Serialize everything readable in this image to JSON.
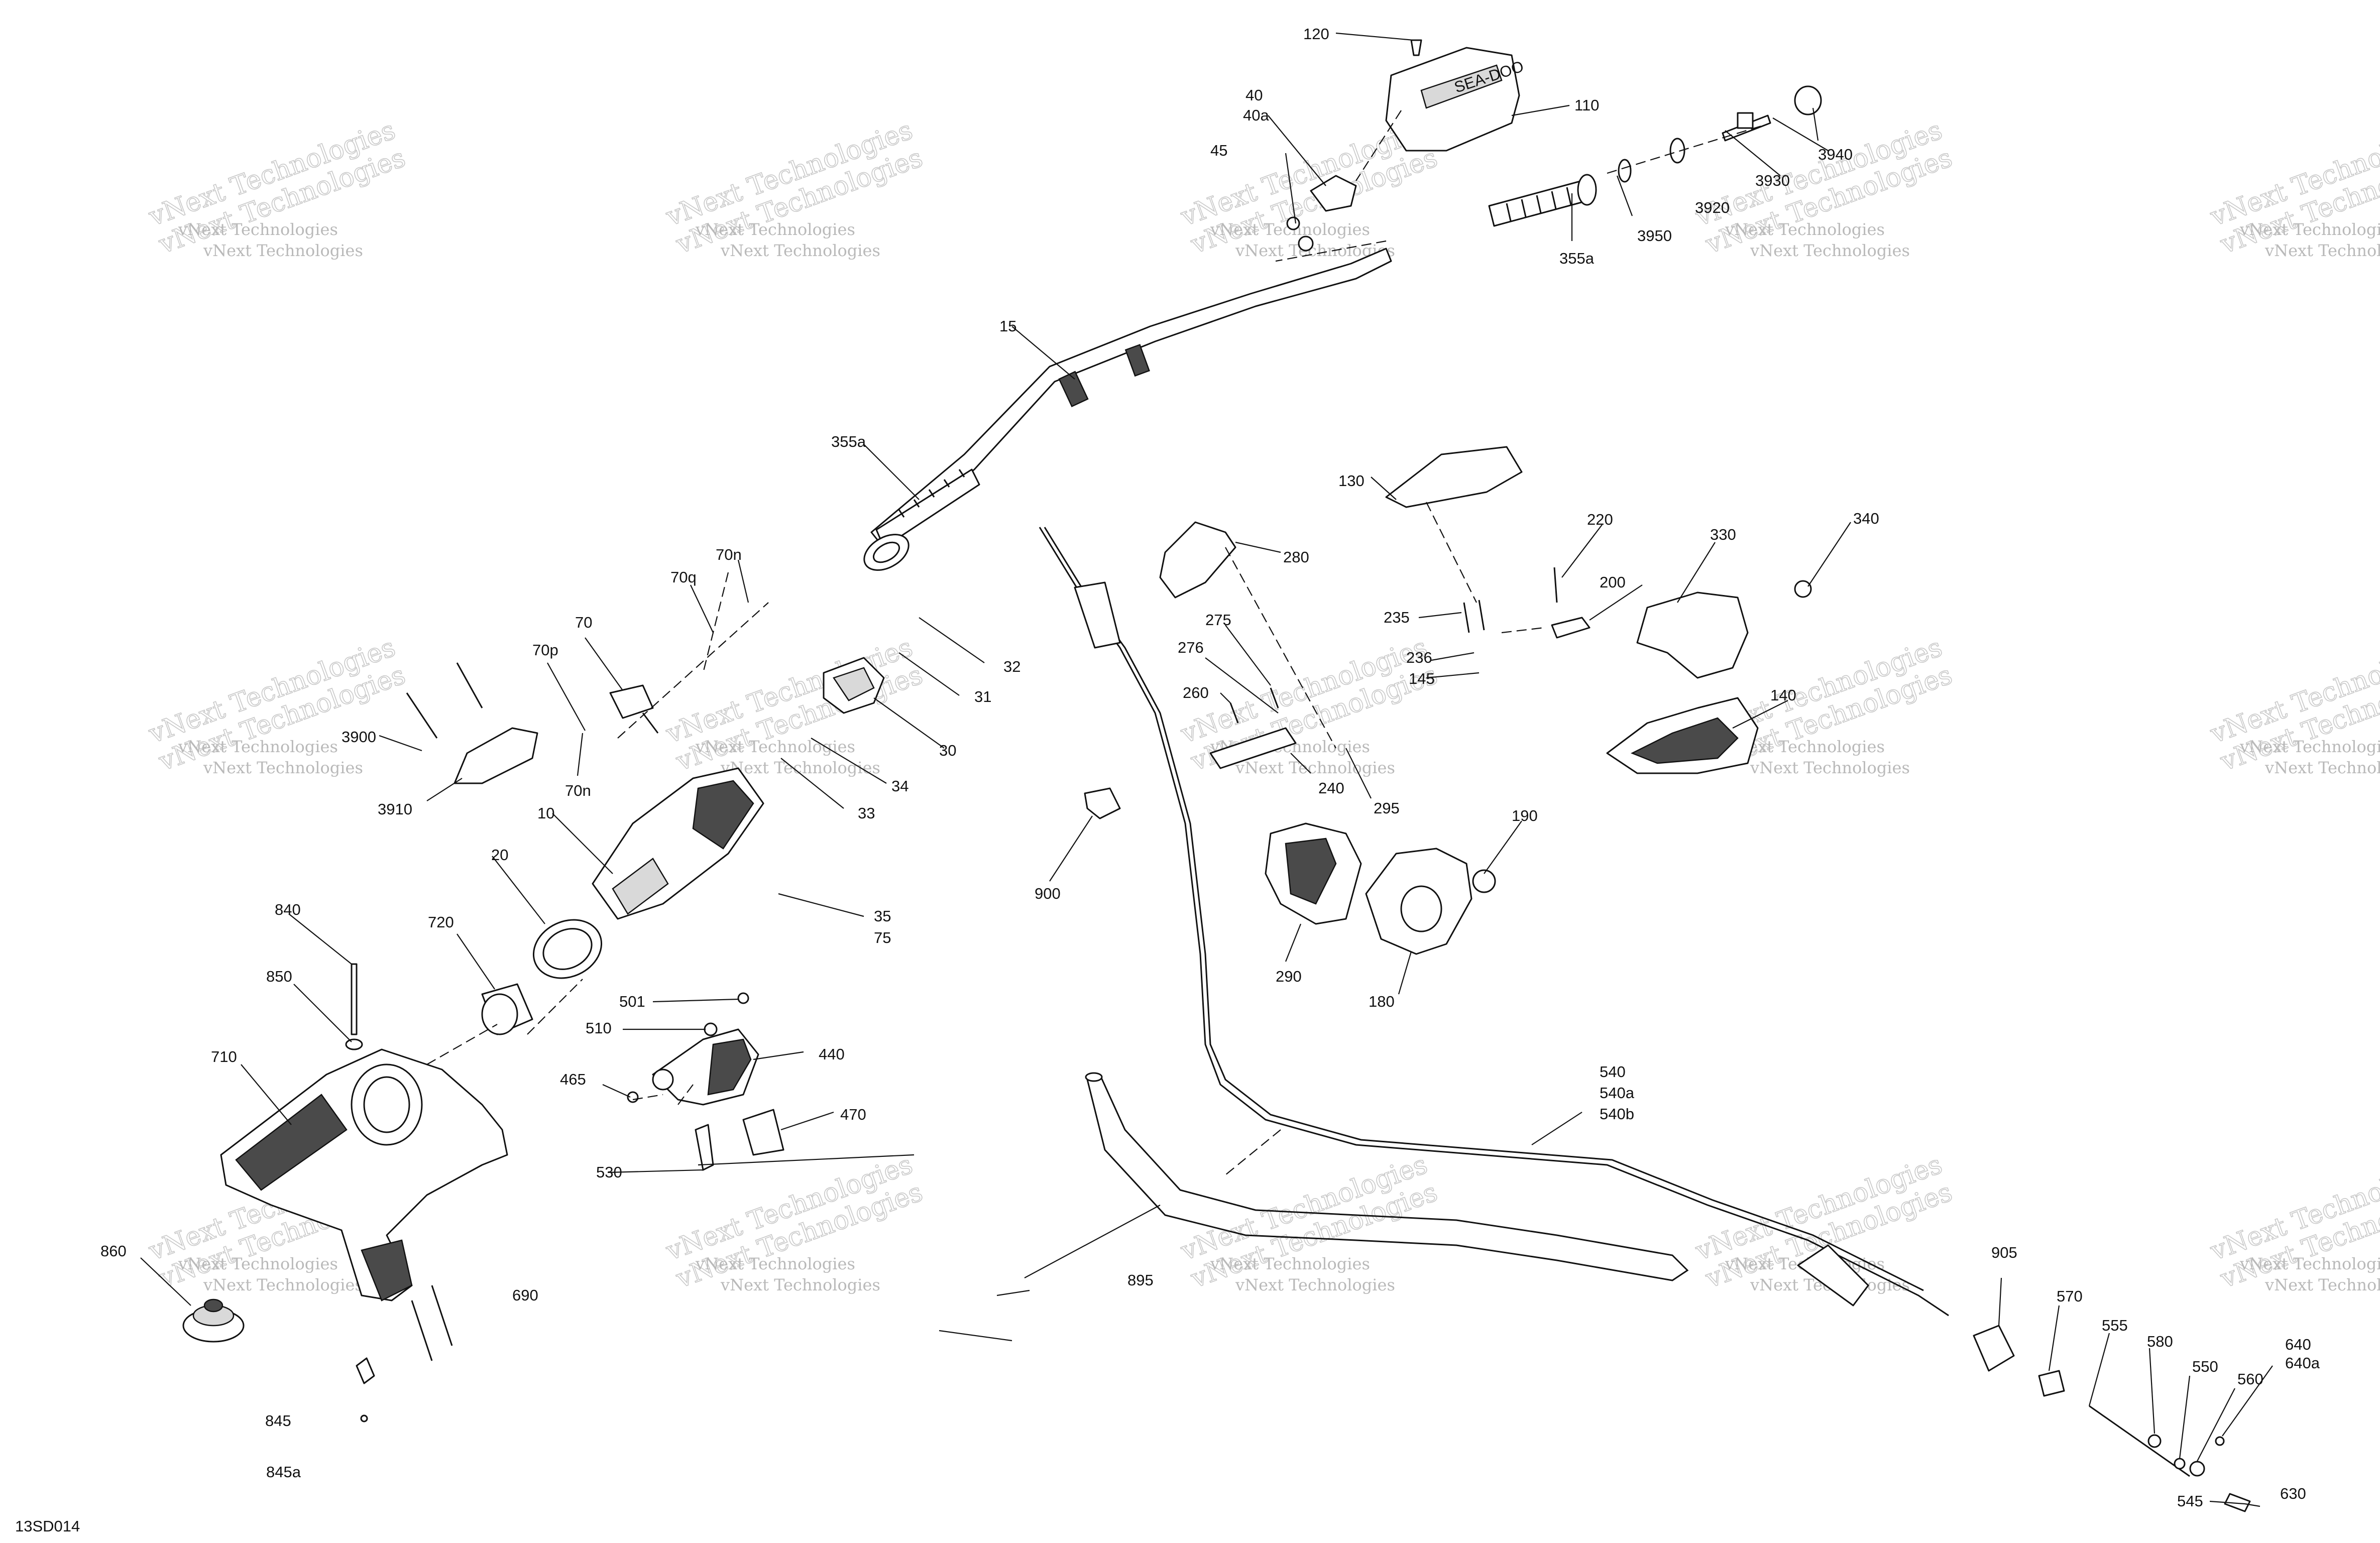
{
  "diagram": {
    "code": "13SD014",
    "watermark": {
      "line1": "vNext Technologies",
      "line2": "vNext Technologies"
    },
    "brand_badge": "SEA-DOO",
    "callouts": [
      {
        "id": "120",
        "text": "120"
      },
      {
        "id": "110",
        "text": "110"
      },
      {
        "id": "40",
        "text": "40"
      },
      {
        "id": "40a",
        "text": "40a"
      },
      {
        "id": "45",
        "text": "45"
      },
      {
        "id": "3940",
        "text": "3940"
      },
      {
        "id": "3930",
        "text": "3930"
      },
      {
        "id": "3920",
        "text": "3920"
      },
      {
        "id": "3950",
        "text": "3950"
      },
      {
        "id": "355a_top",
        "text": "355a"
      },
      {
        "id": "15",
        "text": "15"
      },
      {
        "id": "355a_left",
        "text": "355a"
      },
      {
        "id": "130",
        "text": "130"
      },
      {
        "id": "220",
        "text": "220"
      },
      {
        "id": "330",
        "text": "330"
      },
      {
        "id": "340",
        "text": "340"
      },
      {
        "id": "280",
        "text": "280"
      },
      {
        "id": "200",
        "text": "200"
      },
      {
        "id": "235",
        "text": "235"
      },
      {
        "id": "236",
        "text": "236"
      },
      {
        "id": "145",
        "text": "145"
      },
      {
        "id": "275",
        "text": "275"
      },
      {
        "id": "276",
        "text": "276"
      },
      {
        "id": "260",
        "text": "260"
      },
      {
        "id": "140",
        "text": "140"
      },
      {
        "id": "240",
        "text": "240"
      },
      {
        "id": "295",
        "text": "295"
      },
      {
        "id": "190",
        "text": "190"
      },
      {
        "id": "290",
        "text": "290"
      },
      {
        "id": "180",
        "text": "180"
      },
      {
        "id": "900",
        "text": "900"
      },
      {
        "id": "70n_top",
        "text": "70n"
      },
      {
        "id": "70q",
        "text": "70q"
      },
      {
        "id": "70",
        "text": "70"
      },
      {
        "id": "70p",
        "text": "70p"
      },
      {
        "id": "70n_bottom",
        "text": "70n"
      },
      {
        "id": "32",
        "text": "32"
      },
      {
        "id": "31",
        "text": "31"
      },
      {
        "id": "30",
        "text": "30"
      },
      {
        "id": "34",
        "text": "34"
      },
      {
        "id": "33",
        "text": "33"
      },
      {
        "id": "3900",
        "text": "3900"
      },
      {
        "id": "3910",
        "text": "3910"
      },
      {
        "id": "10",
        "text": "10"
      },
      {
        "id": "20",
        "text": "20"
      },
      {
        "id": "35",
        "text": "35"
      },
      {
        "id": "75",
        "text": "75"
      },
      {
        "id": "840",
        "text": "840"
      },
      {
        "id": "720",
        "text": "720"
      },
      {
        "id": "850",
        "text": "850"
      },
      {
        "id": "710",
        "text": "710"
      },
      {
        "id": "501",
        "text": "501"
      },
      {
        "id": "510",
        "text": "510"
      },
      {
        "id": "440",
        "text": "440"
      },
      {
        "id": "465",
        "text": "465"
      },
      {
        "id": "470",
        "text": "470"
      },
      {
        "id": "530",
        "text": "530"
      },
      {
        "id": "540",
        "text": "540"
      },
      {
        "id": "540a",
        "text": "540a"
      },
      {
        "id": "540b",
        "text": "540b"
      },
      {
        "id": "860",
        "text": "860"
      },
      {
        "id": "690",
        "text": "690"
      },
      {
        "id": "845",
        "text": "845"
      },
      {
        "id": "845a",
        "text": "845a"
      },
      {
        "id": "895",
        "text": "895"
      },
      {
        "id": "905",
        "text": "905"
      },
      {
        "id": "570",
        "text": "570"
      },
      {
        "id": "555",
        "text": "555"
      },
      {
        "id": "580",
        "text": "580"
      },
      {
        "id": "550",
        "text": "550"
      },
      {
        "id": "560",
        "text": "560"
      },
      {
        "id": "640",
        "text": "640"
      },
      {
        "id": "640a",
        "text": "640a"
      },
      {
        "id": "545",
        "text": "545"
      },
      {
        "id": "630",
        "text": "630"
      }
    ]
  }
}
